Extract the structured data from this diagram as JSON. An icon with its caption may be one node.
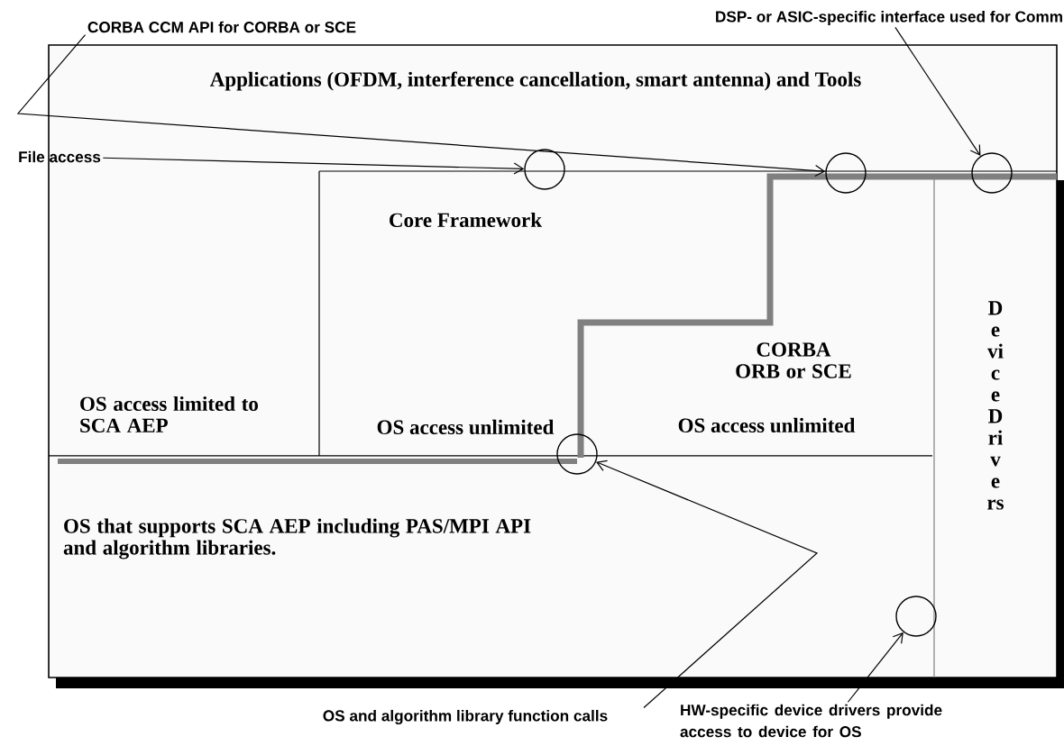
{
  "diagram": {
    "nodes": [
      {
        "text": [
          "CORBA CCM API for CORBA or SCE"
        ]
      },
      {
        "text": [
          "DSP- or ASIC-specific interface used for Comm"
        ]
      },
      {
        "text": [
          "Applications (OFDM, interference cancellation, smart antenna) and Tools"
        ]
      },
      {
        "text": [
          "File access"
        ]
      },
      {
        "text": [],
        "shape": "circle"
      },
      {
        "text": [],
        "shape": "circle"
      },
      {
        "text": [],
        "shape": "circle"
      },
      {
        "text": [
          "Core Framework",
          "OS access unlimited"
        ]
      },
      {
        "text": [
          "CORBA ORB or SCE",
          "OS access unlimited"
        ]
      },
      {
        "text": [
          "Device Drivers"
        ]
      },
      {
        "text": [
          "OS access limited to SCA AEP"
        ]
      },
      {
        "text": [],
        "shape": "circle"
      },
      {
        "text": [
          "OS that supports SCA AEP including PAS/MPI API and algorithm libraries."
        ]
      },
      {
        "text": [],
        "shape": "circle"
      },
      {
        "text": [
          "OS and algorithm library function calls"
        ]
      },
      {
        "text": [
          "HW-specific device drivers provide access to device for OS"
        ]
      }
    ],
    "edges": [
      {
        "from": 0,
        "to": 5,
        "arrow": "to"
      },
      {
        "from": 3,
        "to": 4,
        "arrow": "to"
      },
      {
        "from": 1,
        "to": 6,
        "arrow": "to"
      },
      {
        "from": 14,
        "to": 11,
        "arrow": "to"
      },
      {
        "from": 15,
        "to": 13,
        "arrow": "to"
      }
    ]
  }
}
